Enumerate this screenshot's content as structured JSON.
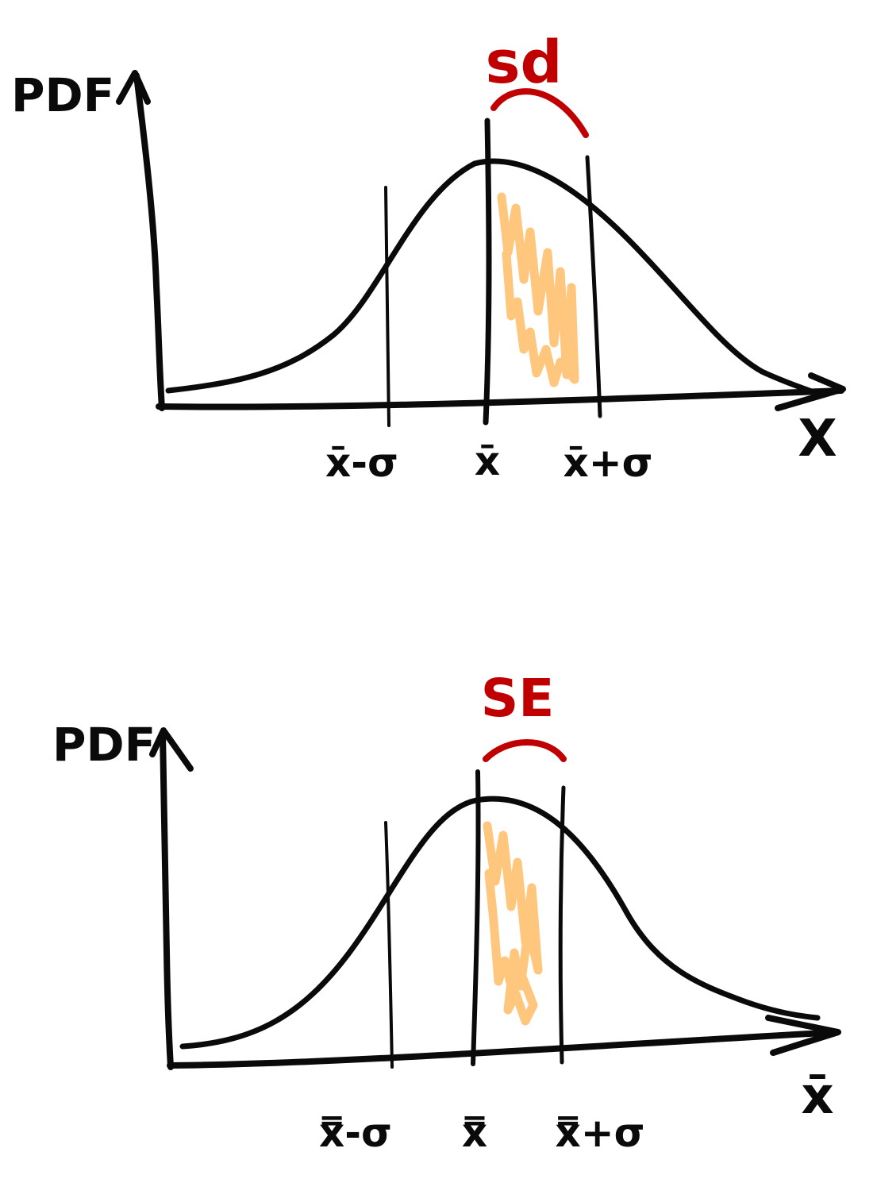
{
  "colors": {
    "ink": "#0a0a0a",
    "annotation": "#c00000",
    "shading": "#ffc477"
  },
  "panels": [
    {
      "ylabel": "PDF",
      "xlabel": "X",
      "bracket_label": "sd",
      "ticks": {
        "left": "x̄-σ",
        "center": "x̄",
        "right": "x̄+σ"
      }
    },
    {
      "ylabel": "PDF",
      "xlabel": "x̄",
      "bracket_label": "SE",
      "ticks": {
        "left": "x̿-σ",
        "center": "x̿",
        "right": "x̿+σ"
      }
    }
  ]
}
